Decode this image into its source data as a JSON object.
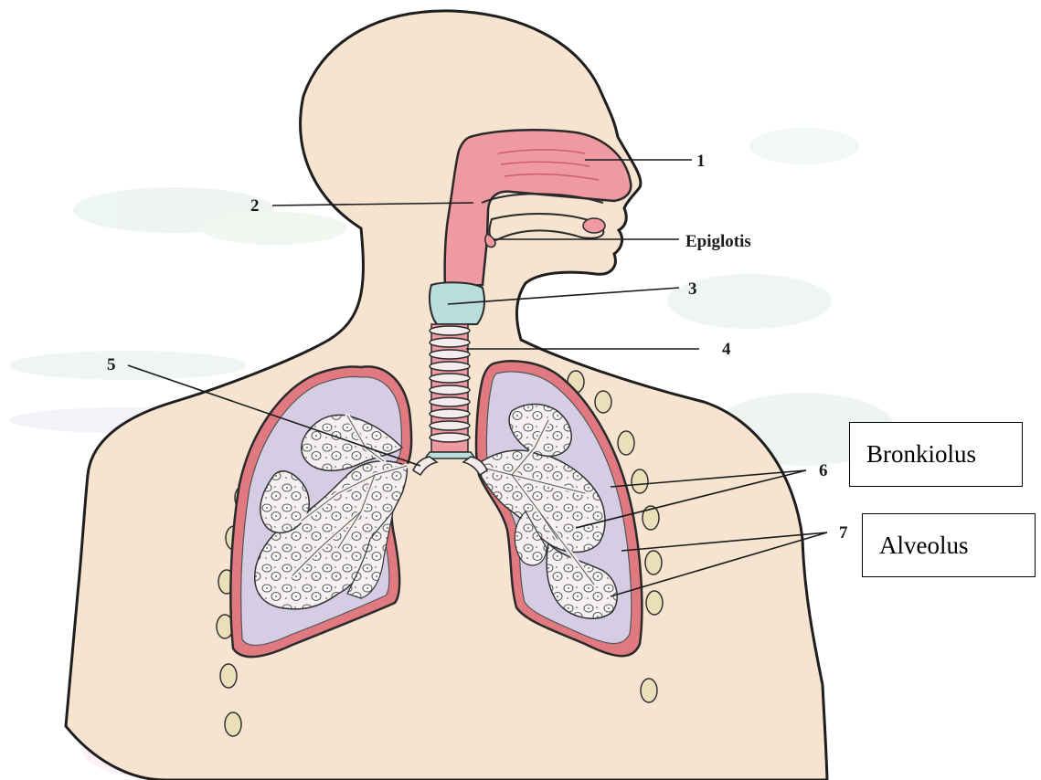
{
  "labels": {
    "nasal_cavity": "1",
    "pharynx": "2",
    "epiglottis": "Epiglotis",
    "larynx": "3",
    "trachea": "4",
    "bronchus": "5",
    "bronchiole": "6",
    "alveolus": "7"
  },
  "boxes": {
    "bronkiolus": "Bronkiolus",
    "alveolus": "Alveolus"
  },
  "colors": {
    "skin": "#f7e4d0",
    "airway": "#ef9aa0",
    "lung_fill": "#d4cde4",
    "lung_border": "#e07a80",
    "cartilage": "#b9dcdc",
    "rib": "#eadfb8",
    "outline": "#2a2a2a"
  }
}
